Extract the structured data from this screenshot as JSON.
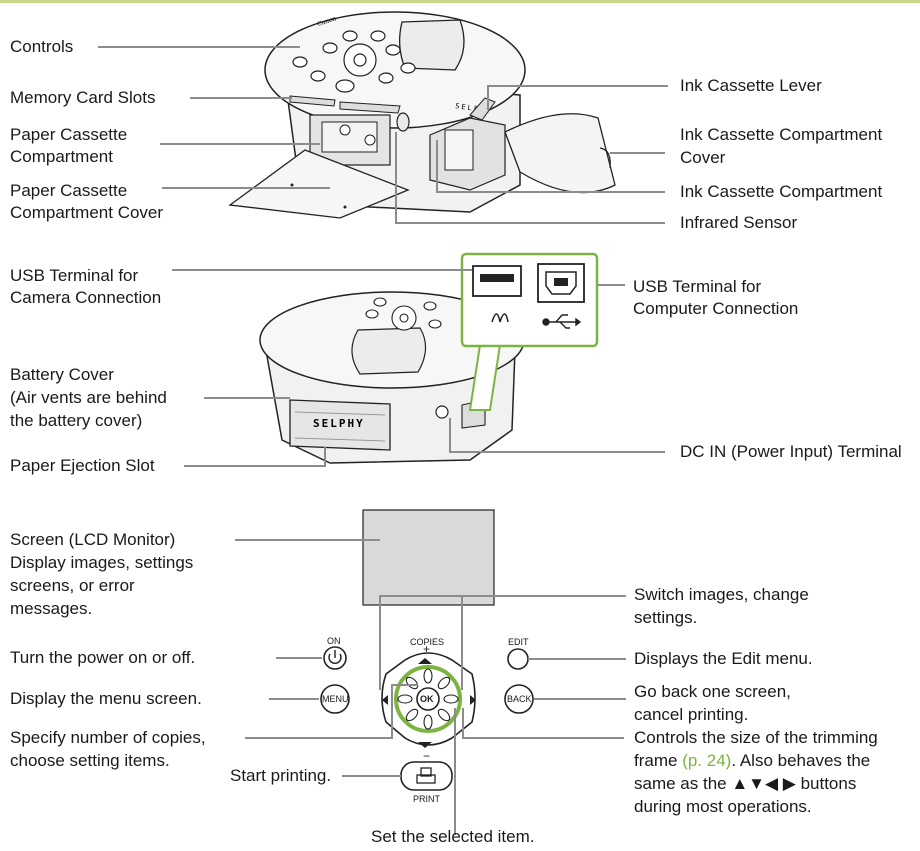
{
  "labels": {
    "controls": "Controls",
    "memory_card_slots": "Memory Card Slots",
    "paper_cassette_compartment_1": "Paper Cassette",
    "paper_cassette_compartment_2": "Compartment",
    "paper_cassette_cover_1": "Paper Cassette",
    "paper_cassette_cover_2": "Compartment Cover",
    "ink_cassette_lever": "Ink Cassette Lever",
    "ink_compartment_cover_1": "Ink Cassette Compartment",
    "ink_compartment_cover_2": "Cover",
    "ink_compartment": "Ink Cassette Compartment",
    "infrared_sensor": "Infrared Sensor",
    "usb_camera_1": "USB Terminal for",
    "usb_camera_2": "Camera Connection",
    "usb_computer_1": "USB Terminal for",
    "usb_computer_2": "Computer Connection",
    "battery_cover_1": "Battery Cover",
    "battery_cover_2": "(Air vents are behind",
    "battery_cover_3": "the battery cover)",
    "paper_ejection_slot": "Paper Ejection Slot",
    "dc_in": "DC IN (Power Input) Terminal",
    "screen_1": "Screen (LCD Monitor)",
    "screen_2": "Display images, settings",
    "screen_3": "screens, or error",
    "screen_4": "messages.",
    "power": "Turn the power on or off.",
    "menu_screen": "Display the menu screen.",
    "copies_1": "Specify number of copies,",
    "copies_2": "choose setting items.",
    "start_printing": "Start printing.",
    "set_item": "Set the selected item.",
    "switch_1": "Switch images, change",
    "switch_2": "settings.",
    "edit_menu": "Displays the  Edit menu.",
    "back_1": "Go back one screen,",
    "back_2": "cancel printing.",
    "trim_1": "Controls the size of the trimming",
    "trim_2a": "frame ",
    "trim_2_link": "(p. 24)",
    "trim_2b": ". Also behaves the",
    "trim_3": "same as the ▲▼◀ ▶ buttons",
    "trim_4": "during most operations."
  },
  "buttons": {
    "on": "ON",
    "copies": "COPIES",
    "edit": "EDIT",
    "menu": "MENU",
    "back": "BACK",
    "ok": "OK",
    "print": "PRINT",
    "plus": "+",
    "minus": "−"
  },
  "device": {
    "brand": "Canon",
    "model": "SELPHY"
  },
  "colors": {
    "highlight": "#7db342",
    "leader_line": "#8c8c8c"
  }
}
